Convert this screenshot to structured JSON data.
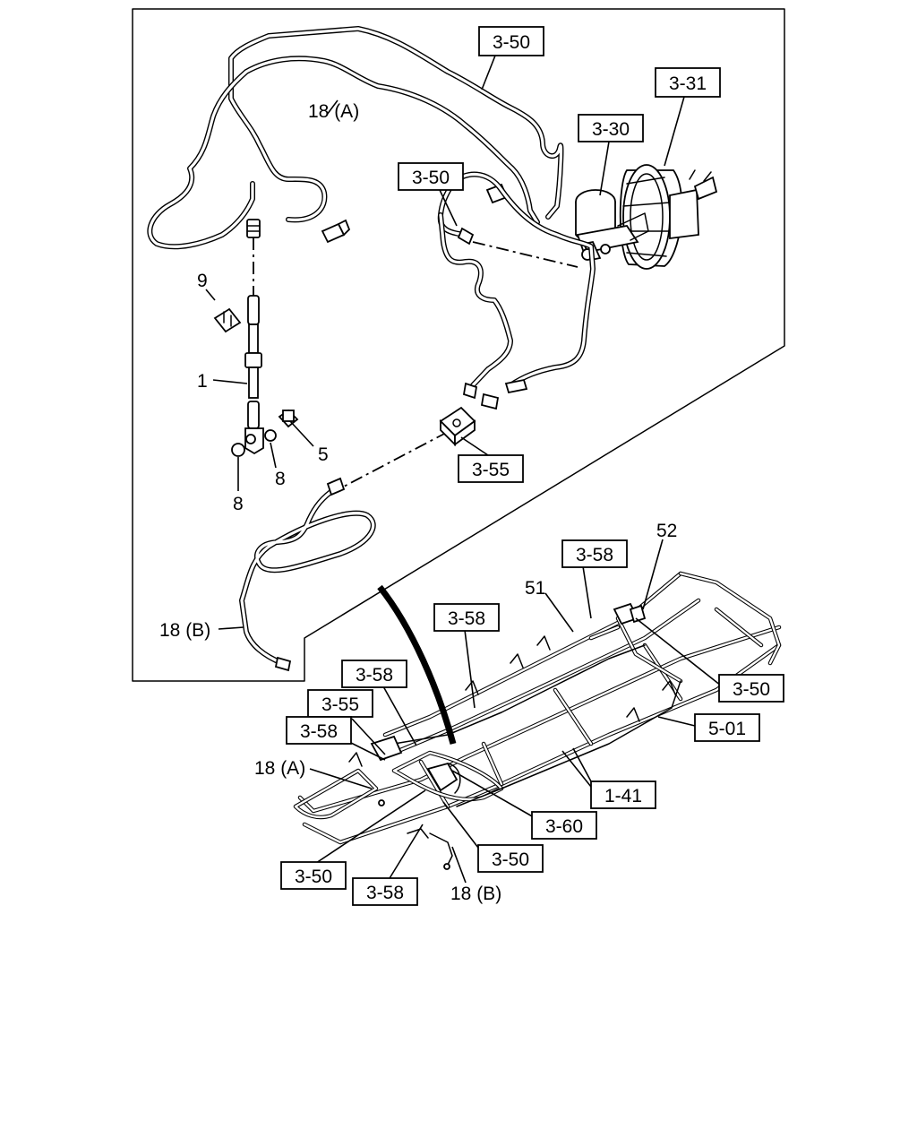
{
  "diagram": {
    "callouts": {
      "ref_3_50_top": "3-50",
      "ref_3_31": "3-31",
      "ref_3_30": "3-30",
      "ref_3_50_mid": "3-50",
      "ref_3_55_block": "3-55",
      "label_18a_top": "18 (A)",
      "label_9": "9",
      "label_1": "1",
      "label_5": "5",
      "label_8_a": "8",
      "label_8_b": "8",
      "label_18b_top": "18 (B)",
      "ref_3_58_a": "3-58",
      "label_52": "52",
      "label_51": "51",
      "ref_3_58_b": "3-58",
      "ref_3_58_c": "3-58",
      "ref_3_55_chassis": "3-55",
      "ref_3_58_d": "3-58",
      "label_18a_chassis": "18 (A)",
      "ref_3_50_right": "3-50",
      "ref_5_01": "5-01",
      "ref_1_41": "1-41",
      "ref_3_60": "3-60",
      "ref_3_50_lower_mid": "3-50",
      "ref_3_50_lower_left": "3-50",
      "ref_3_58_e": "3-58",
      "label_18b_chassis": "18 (B)"
    }
  }
}
